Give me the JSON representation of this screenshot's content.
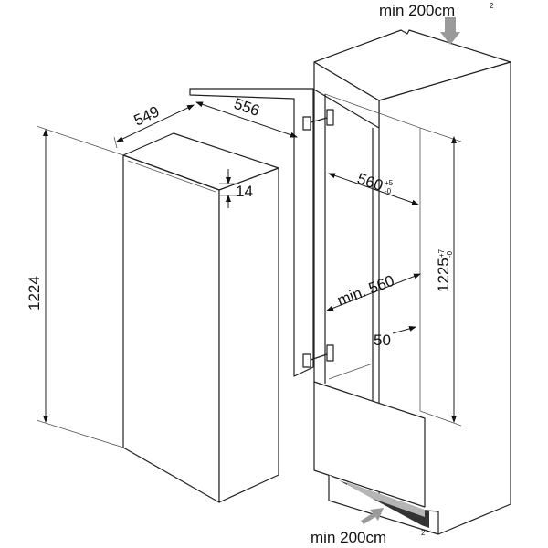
{
  "colors": {
    "line": "#222222",
    "arrow": "#9a9a9a",
    "vent_dark": "#333333",
    "vent_light": "#b5b5b5"
  },
  "labels": {
    "vent_top": "min 200cm",
    "vent_top_sup": "2",
    "vent_bottom": "min 200cm",
    "vent_bottom_sup": "2",
    "depth": "549",
    "width": "556",
    "door_offset": "14",
    "height": "1224",
    "niche_width": "560",
    "niche_width_tol_plus": "+5",
    "niche_width_tol_minus": "-0",
    "niche_height": "1225",
    "niche_height_tol_plus": "+7",
    "niche_height_tol_minus": "-0",
    "min_depth": "min. 560",
    "gap": "50"
  }
}
